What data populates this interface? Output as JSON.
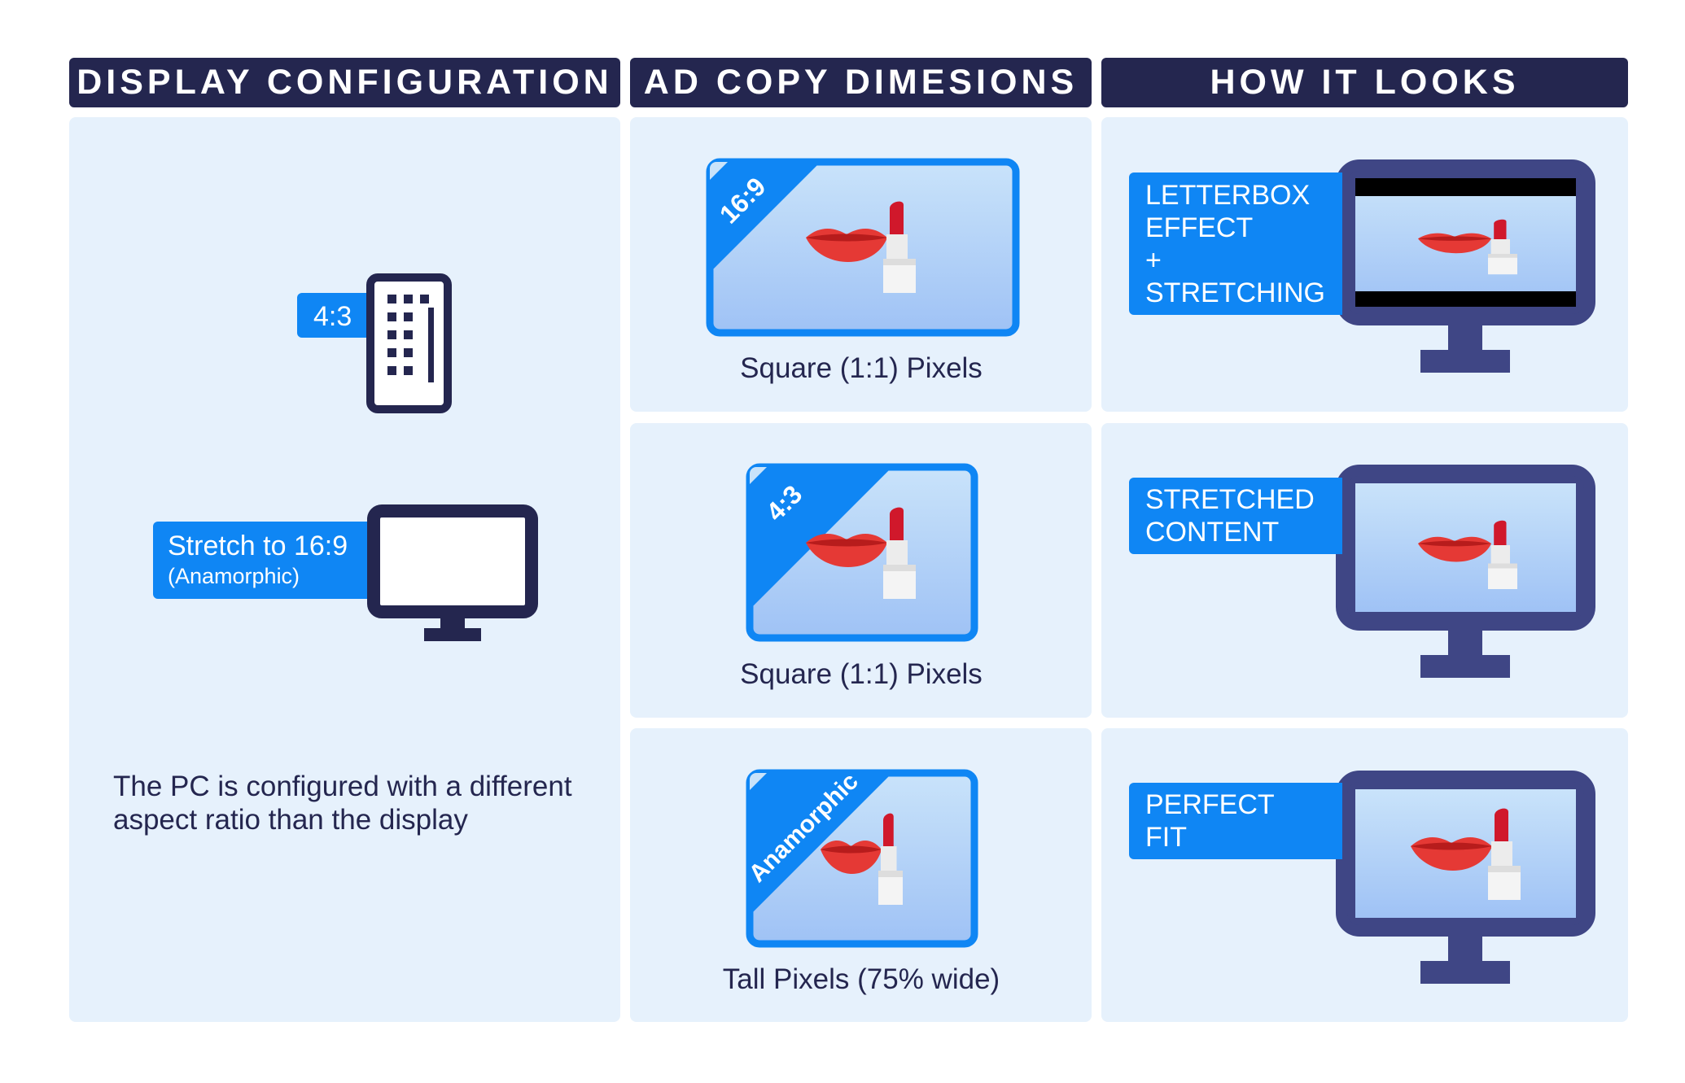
{
  "headers": {
    "display_configuration": "DISPLAY CONFIGURATION",
    "ad_copy_dimensions": "AD COPY DIMESIONS",
    "how_it_looks": "HOW IT LOOKS"
  },
  "display_config": {
    "tablet_label": "4:3",
    "monitor_label": "Stretch to 16:9",
    "monitor_sublabel": "(Anamorphic)",
    "description": "The PC is configured with a different aspect ratio than the display"
  },
  "ad_copy": [
    {
      "badge": "16:9",
      "caption": "Square (1:1) Pixels"
    },
    {
      "badge": "4:3",
      "caption": "Square (1:1) Pixels"
    },
    {
      "badge": "Anamorphic",
      "caption": "Tall Pixels (75% wide)"
    }
  ],
  "results": [
    {
      "lines": [
        "LETTERBOX",
        "EFFECT",
        "+",
        "STRETCHING"
      ]
    },
    {
      "lines": [
        "STRETCHED",
        "CONTENT"
      ]
    },
    {
      "lines": [
        "PERFECT",
        "FIT"
      ]
    }
  ],
  "colors": {
    "navy": "#24264f",
    "monitor_indigo": "#3f4685",
    "accent_blue": "#0f86f4",
    "panel_bg": "#e6f1fc",
    "lips_red": "#e53935"
  },
  "icons": [
    "tablet-icon",
    "monitor-icon",
    "lips-icon",
    "lipstick-icon"
  ]
}
